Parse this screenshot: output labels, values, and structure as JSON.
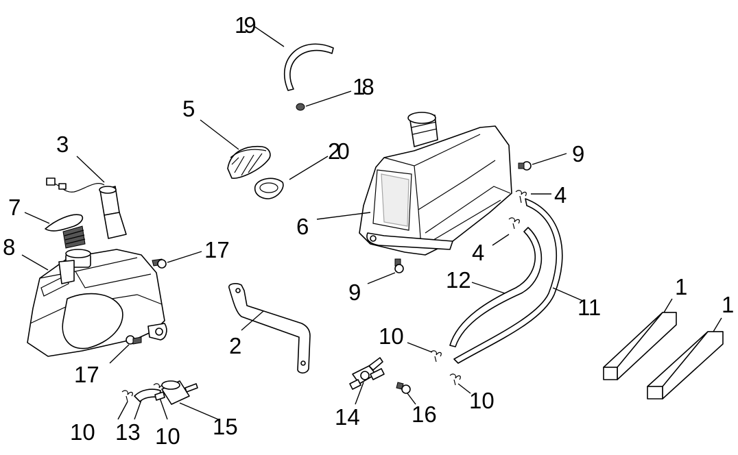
{
  "callouts": {
    "c19": "19",
    "c18": "18",
    "c5": "5",
    "c20": "20",
    "c3": "3",
    "c7": "7",
    "c8": "8",
    "c17a": "17",
    "c17b": "17",
    "c6": "6",
    "c9a": "9",
    "c9b": "9",
    "c4a": "4",
    "c4b": "4",
    "c12": "12",
    "c11": "11",
    "c2": "2",
    "c1a": "1",
    "c1b": "1",
    "c10a": "10",
    "c10b": "10",
    "c10c": "10",
    "c10d": "10",
    "c13": "13",
    "c14": "14",
    "c15": "15",
    "c16": "16"
  }
}
